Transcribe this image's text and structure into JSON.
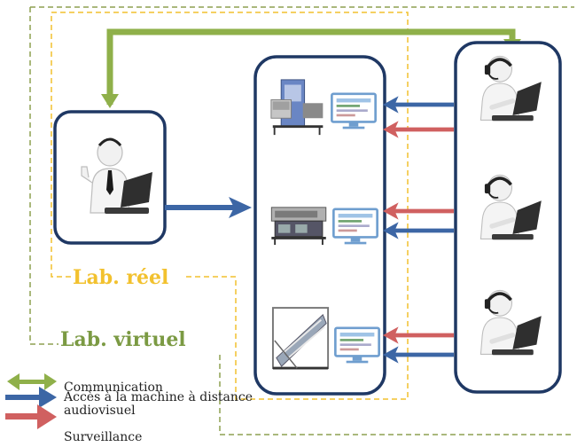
{
  "labels": {
    "real_lab": "Lab. réel",
    "virtual_lab": "Lab. virtuel"
  },
  "legend": {
    "communication": "Communication",
    "remote_access": "Accès à la machine à distance",
    "audiovisual": "audiovisuel",
    "monitoring": "Surveillance"
  },
  "colors": {
    "communication": "#8fb04a",
    "remote_access": "#3c66a5",
    "monitoring": "#d06060",
    "real_lab": "#f2c12e",
    "virtual_lab": "#7b9a43",
    "box_border": "#1f3864"
  },
  "icons": {
    "instructor": "person-with-laptop-thumbs-up-icon",
    "students": "person-with-headset-laptop-icon",
    "machines": "lab-machine-with-monitor-icon"
  }
}
